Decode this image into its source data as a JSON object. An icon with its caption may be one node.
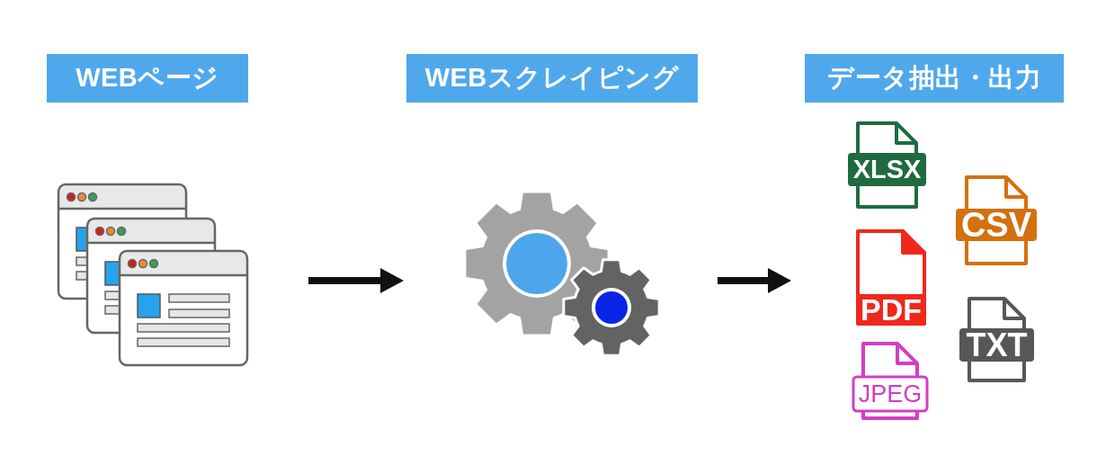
{
  "diagram": {
    "nodes": [
      {
        "text": [
          "WEBページ"
        ]
      },
      {
        "text": [
          "WEBスクレイピング"
        ]
      },
      {
        "text": [
          "データ抽出・出力"
        ]
      },
      {
        "text": [],
        "shape": "picture"
      },
      {
        "text": [],
        "shape": "picture"
      },
      {
        "text": [
          "XLSX"
        ]
      },
      {
        "text": [
          "CSV"
        ]
      },
      {
        "text": [
          "PDF"
        ]
      },
      {
        "text": [
          "TXT"
        ]
      },
      {
        "text": [
          "JPEG"
        ]
      }
    ],
    "edges": [
      {
        "from": 3,
        "to": 4,
        "arrow": "to"
      },
      {
        "from": 4,
        "to": 7,
        "arrow": "to"
      }
    ]
  }
}
